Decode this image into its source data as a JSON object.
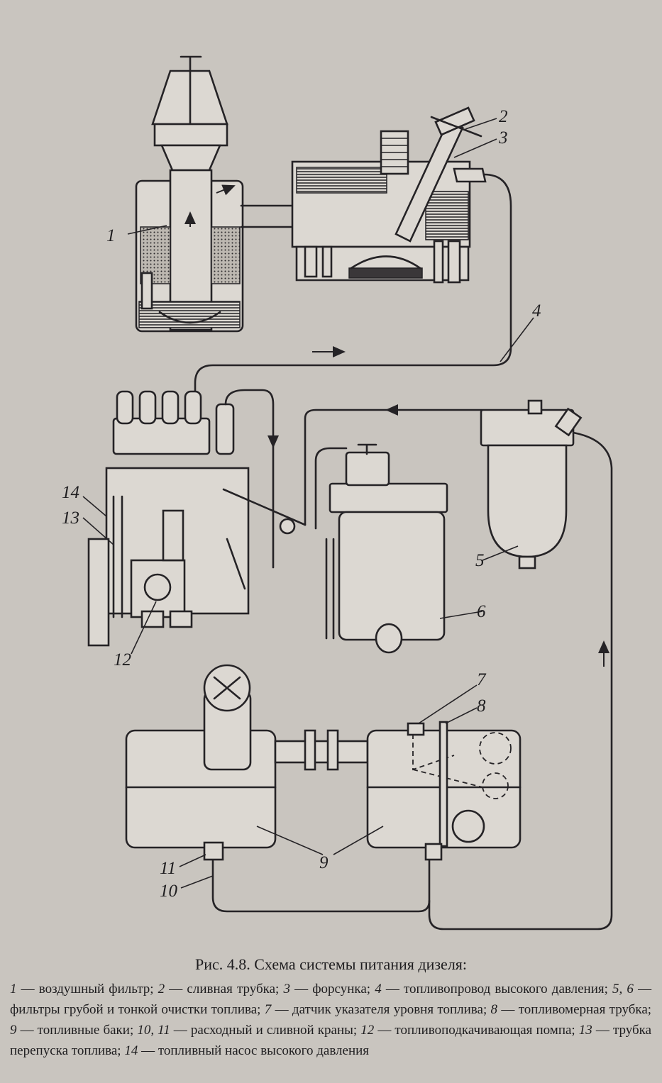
{
  "figure": {
    "caption": "Рис. 4.8. Схема системы питания дизеля:",
    "labels": [
      "1",
      "2",
      "3",
      "4",
      "5",
      "6",
      "7",
      "8",
      "9",
      "10",
      "11",
      "12",
      "13",
      "14"
    ],
    "legend": [
      {
        "num": "1",
        "text": "воздушный фильтр"
      },
      {
        "num": "2",
        "text": "сливная трубка"
      },
      {
        "num": "3",
        "text": "форсунка"
      },
      {
        "num": "4",
        "text": "топливопровод высокого давления"
      },
      {
        "num": "5, 6",
        "text": "фильтры грубой и тонкой очистки топлива"
      },
      {
        "num": "7",
        "text": "датчик указателя уровня топлива"
      },
      {
        "num": "8",
        "text": "топливомерная трубка"
      },
      {
        "num": "9",
        "text": "топливные баки"
      },
      {
        "num": "10, 11",
        "text": "расходный и сливной краны"
      },
      {
        "num": "12",
        "text": "топливоподкачивающая помпа"
      },
      {
        "num": "13",
        "text": "трубка перепуска топлива"
      },
      {
        "num": "14",
        "text": "топливный насос высокого давления"
      }
    ]
  }
}
